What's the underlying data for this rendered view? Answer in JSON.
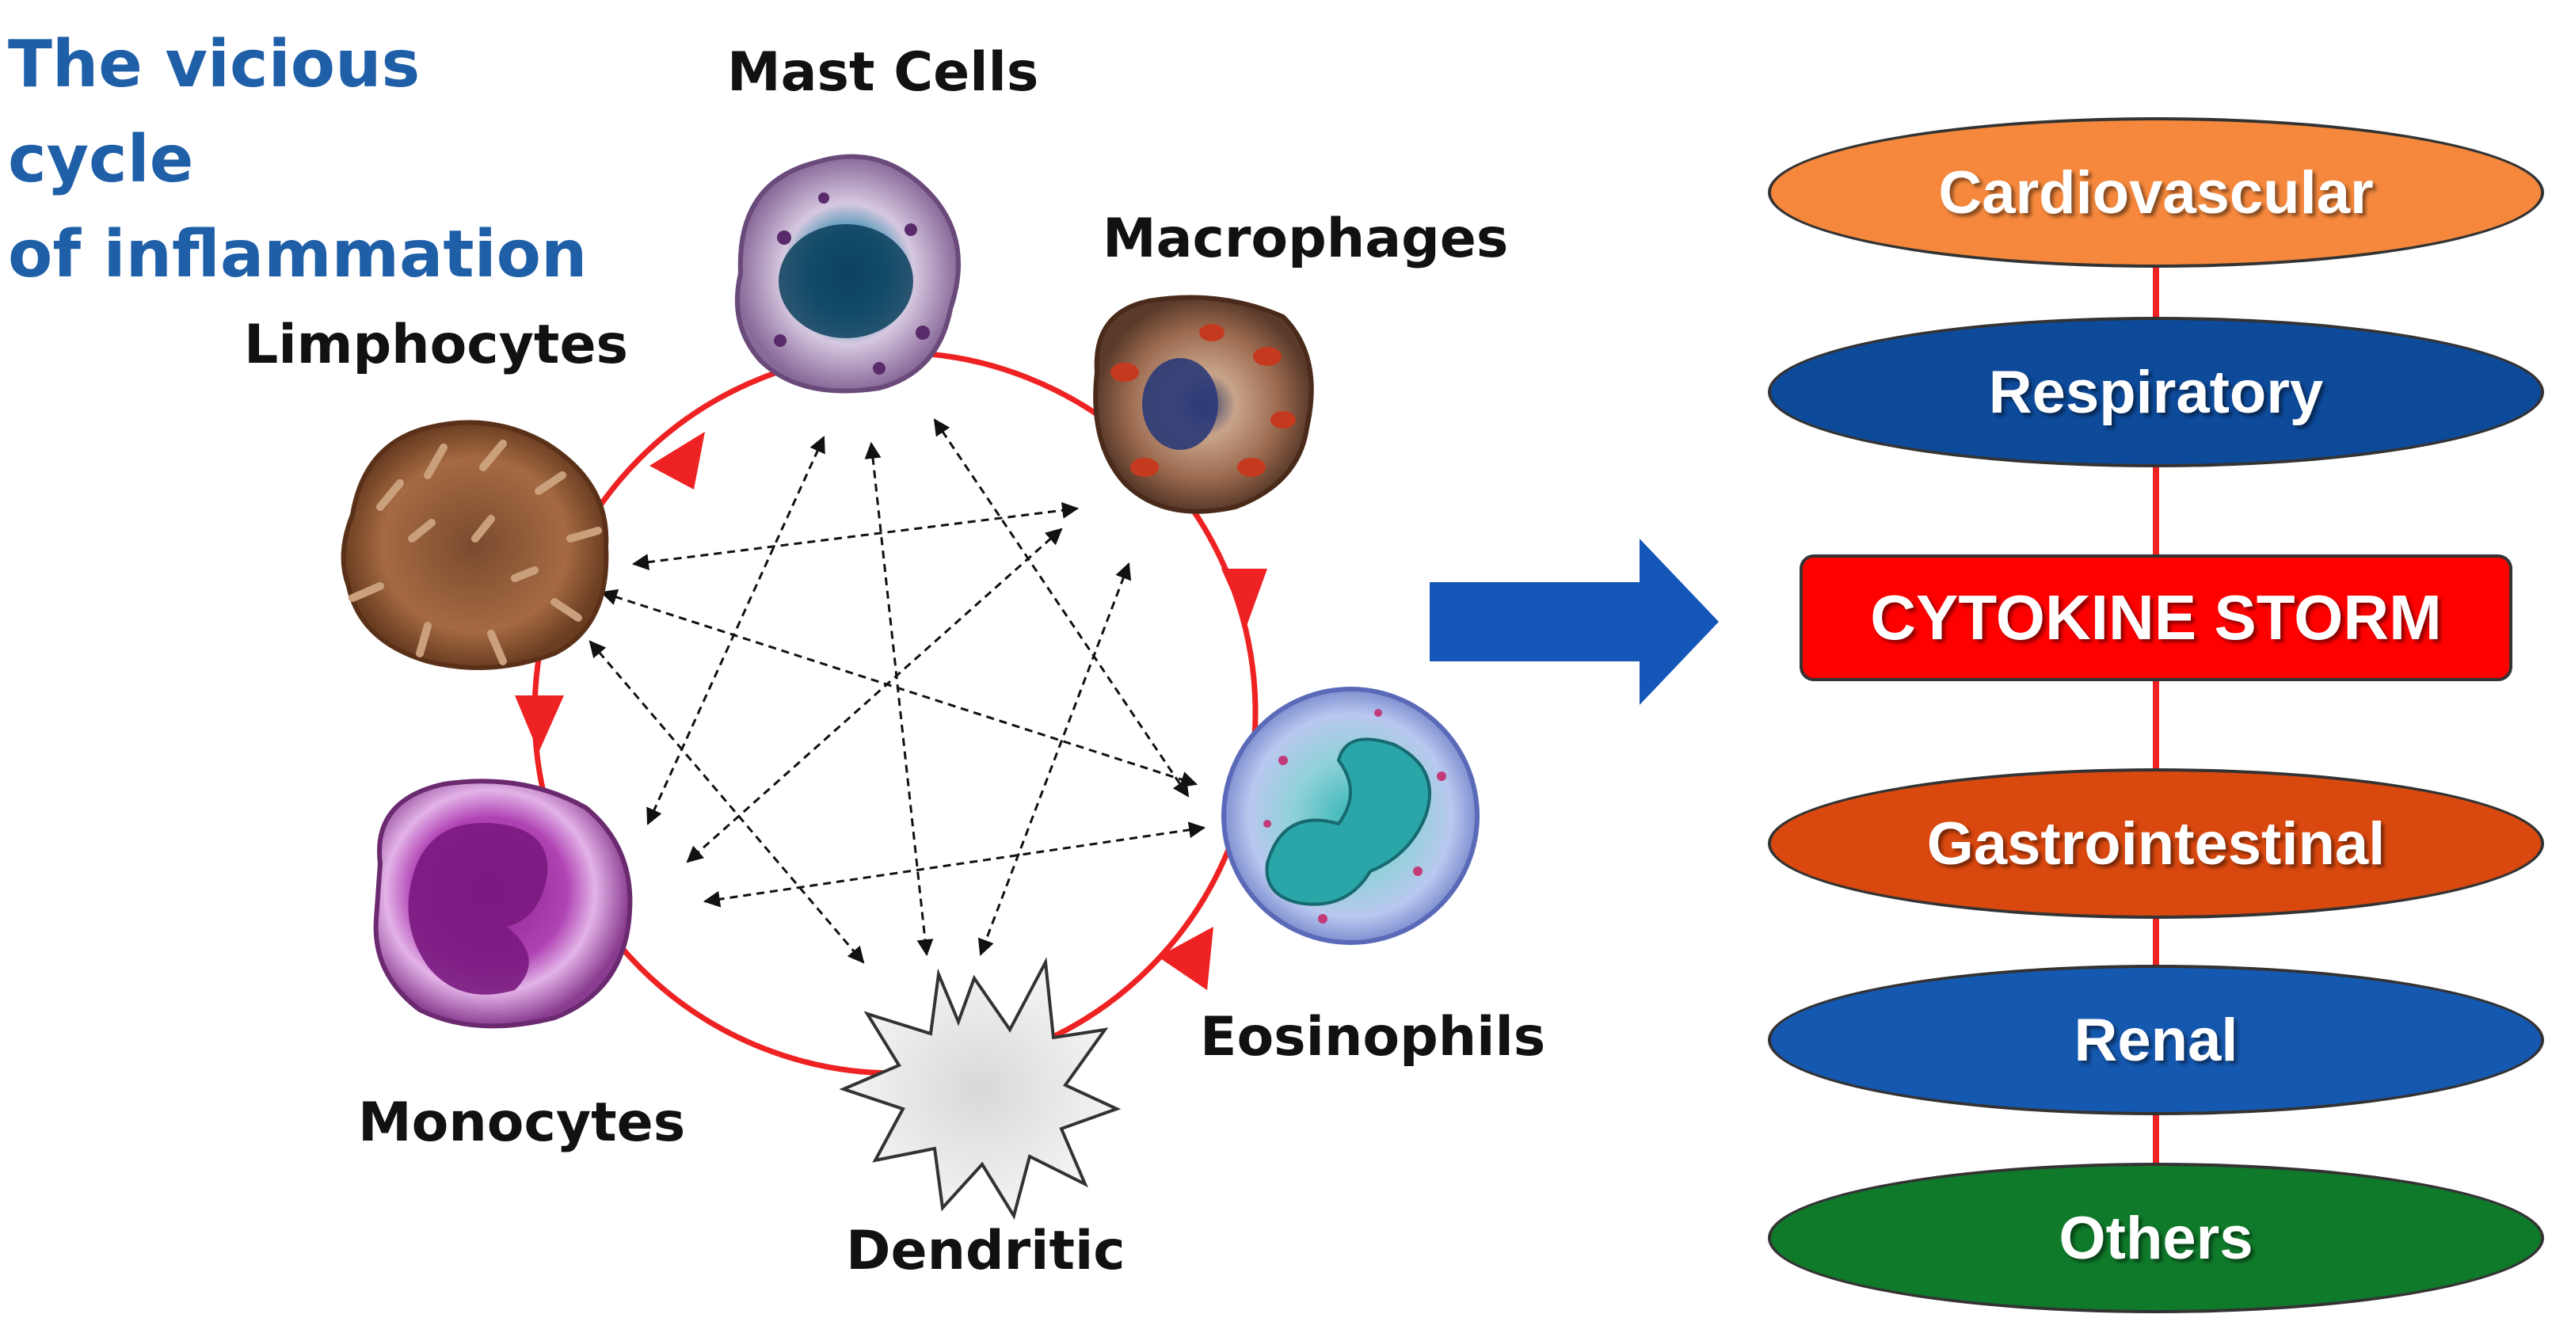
{
  "title_lines": [
    "The vicious cycle",
    "of inflammation"
  ],
  "cells": {
    "mast": "Mast Cells",
    "macrophages": "Macrophages",
    "limphocytes": "Limphocytes",
    "monocytes": "Monocytes",
    "dendritic": "Dendritic",
    "eosinophils": "Eosinophils"
  },
  "organs": [
    {
      "label": "Cardiovascular",
      "color": "#f5883c"
    },
    {
      "label": "Respiratory",
      "color": "#0d4a9a"
    },
    {
      "label": "CYTOKINE STORM",
      "color": "#ff0000"
    },
    {
      "label": "Gastrointestinal",
      "color": "#d9480f"
    },
    {
      "label": "Renal",
      "color": "#1558b0"
    },
    {
      "label": "Others",
      "color": "#0f7a2a"
    }
  ],
  "colors": {
    "cycle": "#ee2222",
    "title": "#1f5fa8",
    "arrow": "#1457b8",
    "connector": "#ee2222"
  }
}
